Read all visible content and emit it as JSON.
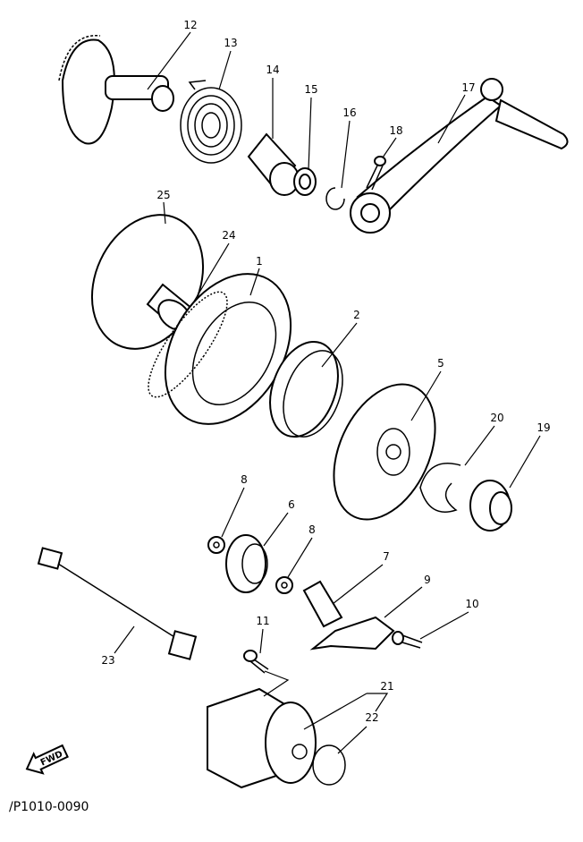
{
  "diagram": {
    "part_labels": {
      "p12": "12",
      "p13": "13",
      "p14": "14",
      "p15": "15",
      "p16": "16",
      "p17": "17",
      "p18": "18",
      "p25": "25",
      "p24": "24",
      "p1": "1",
      "p2": "2",
      "p5": "5",
      "p20": "20",
      "p19": "19",
      "p8a": "8",
      "p6": "6",
      "p8b": "8",
      "p7": "7",
      "p9": "9",
      "p10": "10",
      "p11": "11",
      "p23": "23",
      "p21": "21",
      "p22": "22"
    },
    "fwd_label": "FWD",
    "drawing_code": "/P1010-0090"
  }
}
